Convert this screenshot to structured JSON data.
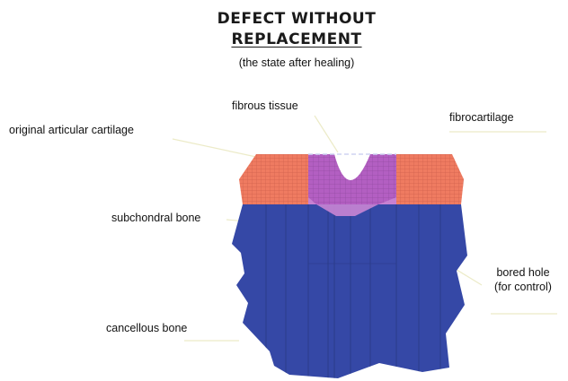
{
  "title": {
    "line1": "DEFECT WITHOUT",
    "line2": "REPLACEMENT",
    "subtitle": "(the state after healing)"
  },
  "labels": {
    "fibrous_tissue": "fibrous tissue",
    "original_articular_cartilage": "original articular cartilage",
    "fibrocartilage": "fibrocartilage",
    "subchondral_bone": "subchondral bone",
    "bored_hole": [
      "bored hole",
      "(for control)"
    ],
    "cancellous_bone": "cancellous bone"
  },
  "colors": {
    "bone": "#3548a6",
    "bone_lines": "#27377f",
    "cartilage": "#ef7b61",
    "cartilage_grid": "#b64a3a",
    "fibrocartilage_fill": "#b35fc2",
    "fibrous_band": "#c985d4",
    "fibrous_grid": "#7a3b8a",
    "leader": "#ecebc8",
    "text": "#111111"
  }
}
